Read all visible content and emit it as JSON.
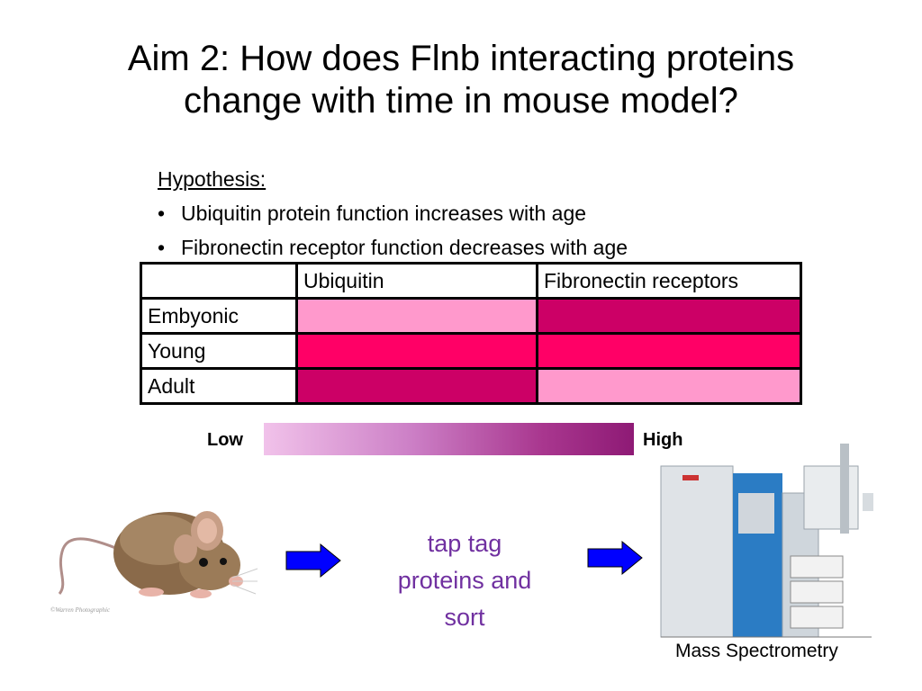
{
  "slide": {
    "title_line1": "Aim 2: How does Flnb interacting proteins",
    "title_line2": "change with time in mouse model?"
  },
  "hypothesis": {
    "heading": "Hypothesis:",
    "bullets": [
      "Ubiquitin protein function increases with age",
      "Fibronectin receptor function decreases with age"
    ]
  },
  "table": {
    "columns": [
      "",
      "Ubiquitin",
      "Fibronectin receptors"
    ],
    "rows": [
      {
        "label": "Embyonic",
        "ubiquitin_color": "#ff99cc",
        "fibronectin_color": "#cc0066"
      },
      {
        "label": "Young",
        "ubiquitin_color": "#ff0066",
        "fibronectin_color": "#ff0066"
      },
      {
        "label": "Adult",
        "ubiquitin_color": "#cc0066",
        "fibronectin_color": "#ff99cc"
      }
    ]
  },
  "legend": {
    "low": "Low",
    "high": "High",
    "gradient_start": "#f1c2ea",
    "gradient_end": "#8e1a75"
  },
  "workflow": {
    "step_text_line1": "tap tag",
    "step_text_line2": "proteins and",
    "step_text_line3": "sort",
    "step_color": "#7030a0",
    "arrow_color": "#0000ff",
    "instrument_label": "Mass Spectrometry",
    "mouse_image_credit": "©Warren Photographic"
  }
}
